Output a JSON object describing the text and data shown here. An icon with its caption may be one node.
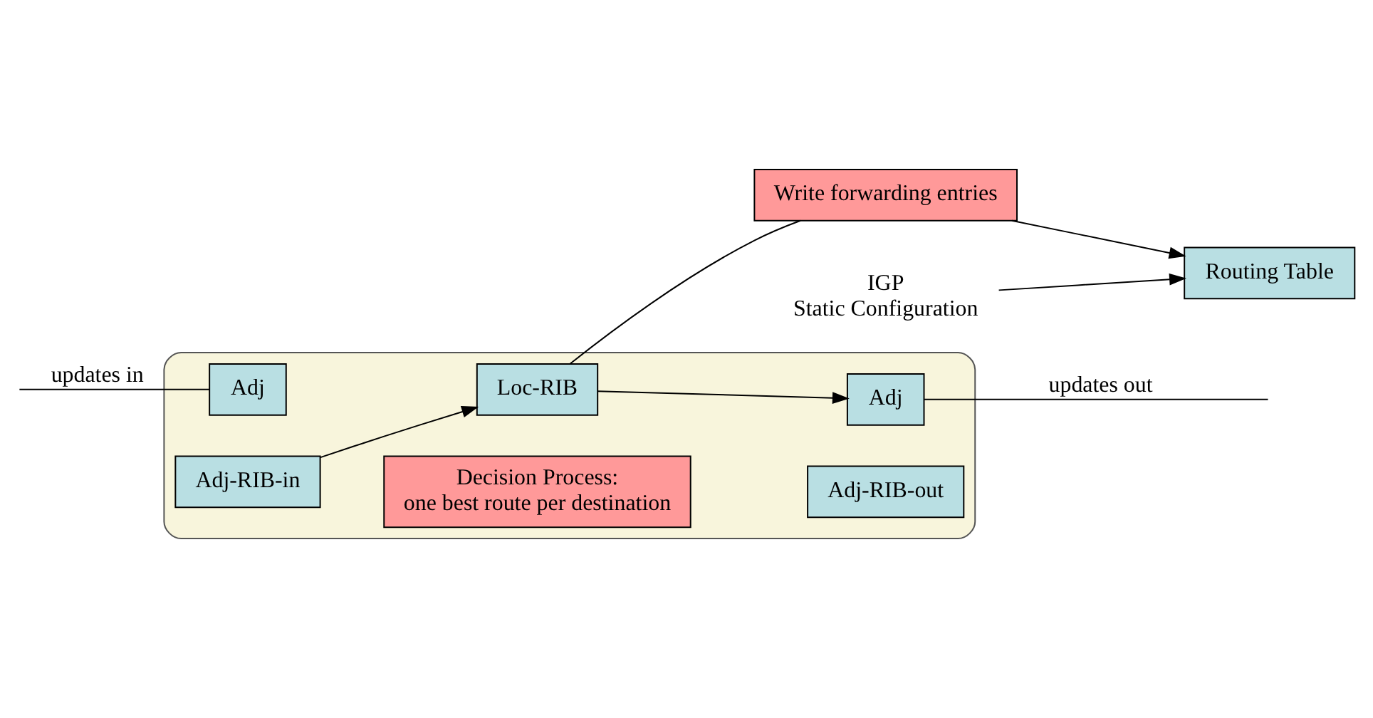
{
  "diagram": {
    "nodes": [
      {
        "text": [],
        "shape": "box"
      },
      {
        "text": [
          "Adj"
        ],
        "in": 0
      },
      {
        "text": [
          "Adj-RIB-in"
        ],
        "in": 0
      },
      {
        "text": [
          "Decision Process:",
          "one best route per destination"
        ],
        "in": 0
      },
      {
        "text": [
          "Loc-RIB"
        ],
        "in": 0
      },
      {
        "text": [
          "Adj"
        ],
        "in": 0
      },
      {
        "text": [
          "Adj-RIB-out"
        ],
        "in": 0
      },
      {
        "text": [
          "Write forwarding entries"
        ]
      },
      {
        "text": [
          "IGP",
          "Static Configuration"
        ]
      },
      {
        "text": [
          "Routing Table"
        ]
      }
    ],
    "edges": [
      {
        "from": null,
        "to": 1,
        "arrow": "none",
        "label": "updates in"
      },
      {
        "from": 2,
        "to": 4,
        "arrow": "to"
      },
      {
        "from": 4,
        "to": 5,
        "arrow": "to"
      },
      {
        "from": 5,
        "to": null,
        "arrow": "none",
        "label": "updates out"
      },
      {
        "from": 4,
        "to": 7,
        "arrow": "none"
      },
      {
        "from": 7,
        "to": 9,
        "arrow": "to"
      },
      {
        "from": 8,
        "to": 9,
        "arrow": "to"
      }
    ]
  }
}
